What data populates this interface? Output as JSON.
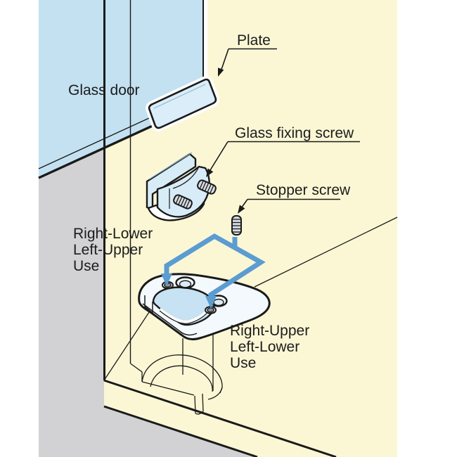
{
  "labels": {
    "plate": "Plate",
    "glass_door": "Glass door",
    "glass_fixing_screw": "Glass fixing screw",
    "stopper_screw": "Stopper screw",
    "usage_left": [
      "Right-Lower",
      "Left-Upper",
      "Use"
    ],
    "usage_right": [
      "Right-Upper",
      "Left-Lower",
      "Use"
    ]
  },
  "colors": {
    "wall": "#fbf7d5",
    "shadow": "#d2d2d4",
    "glass": "#c3e1f1",
    "plate": "#daedf8",
    "bracket": "#d8ecf7",
    "partlight": "#f4f9fd",
    "recess": "#c7e2f2",
    "arrow": "#5b9cd1",
    "line": "#1a1a1a",
    "screw": "#d5dbdf"
  }
}
